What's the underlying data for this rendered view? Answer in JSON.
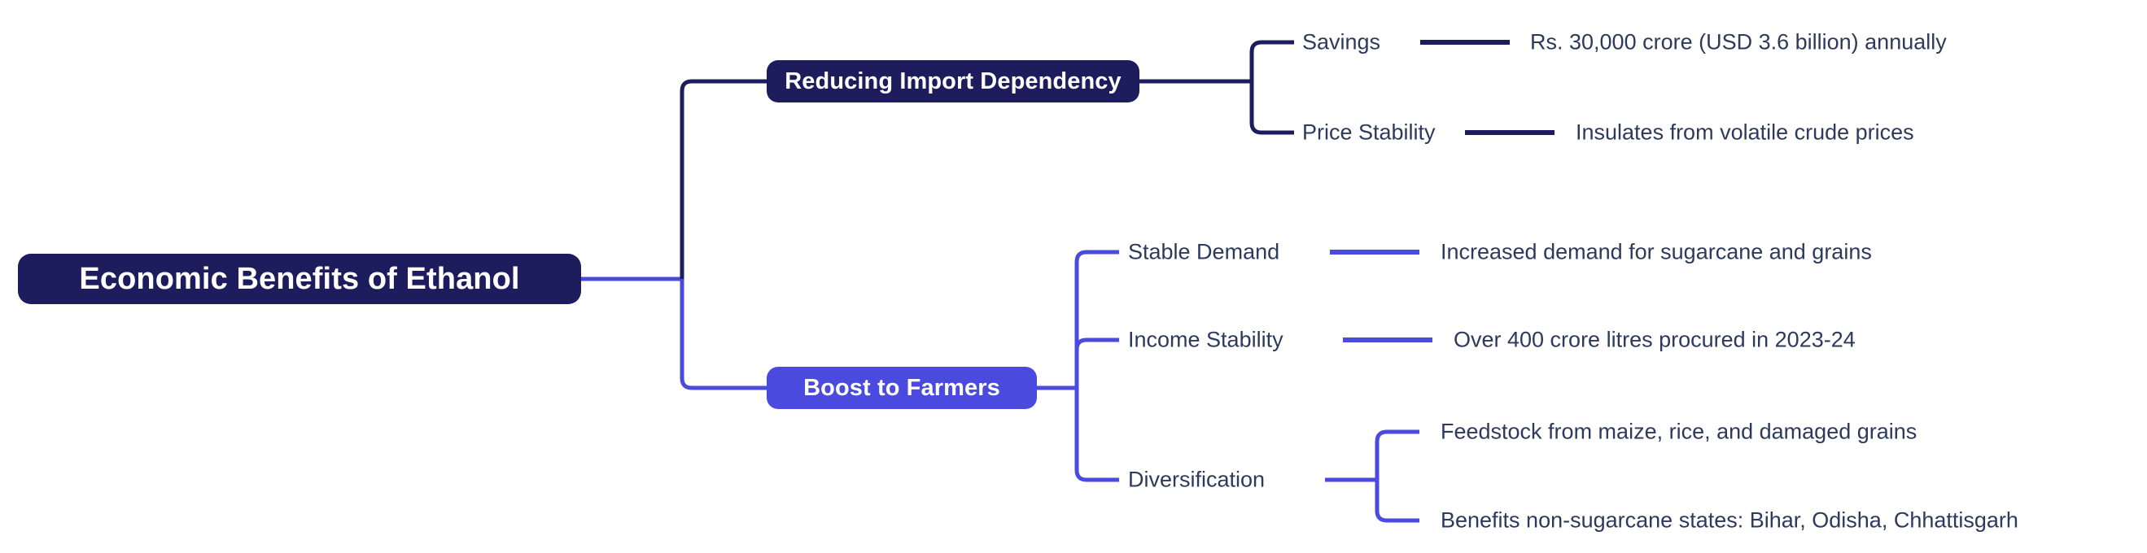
{
  "diagram": {
    "type": "mindmap",
    "orientation": "left-to-right",
    "background": "#ffffff",
    "colors": {
      "root_fill": "#1d1d5e",
      "branch_dark_fill": "#1d1d5e",
      "branch_indigo_fill": "#4a4ade",
      "node_text": "#ffffff",
      "leaf_text": "#2d3a5c",
      "edge_dark": "#1d1d5e",
      "edge_indigo": "#4a4ade"
    },
    "root": {
      "label": "Economic Benefits of Ethanol"
    },
    "branches": [
      {
        "id": "reducing-import-dependency",
        "label": "Reducing Import Dependency",
        "color": "#1d1d5e",
        "children": [
          {
            "label": "Savings",
            "description": "Rs. 30,000 crore (USD 3.6 billion) annually"
          },
          {
            "label": "Price Stability",
            "description": "Insulates from volatile crude prices"
          }
        ]
      },
      {
        "id": "boost-to-farmers",
        "label": "Boost to Farmers",
        "color": "#4a4ade",
        "children": [
          {
            "label": "Stable Demand",
            "description": "Increased demand for sugarcane and grains"
          },
          {
            "label": "Income Stability",
            "description": "Over 400 crore litres procured in 2023-24"
          },
          {
            "label": "Diversification",
            "description": "",
            "children": [
              {
                "label": "Feedstock from maize, rice, and damaged grains"
              },
              {
                "label": "Benefits non-sugarcane states: Bihar, Odisha, Chhattisgarh"
              }
            ]
          }
        ]
      }
    ]
  }
}
